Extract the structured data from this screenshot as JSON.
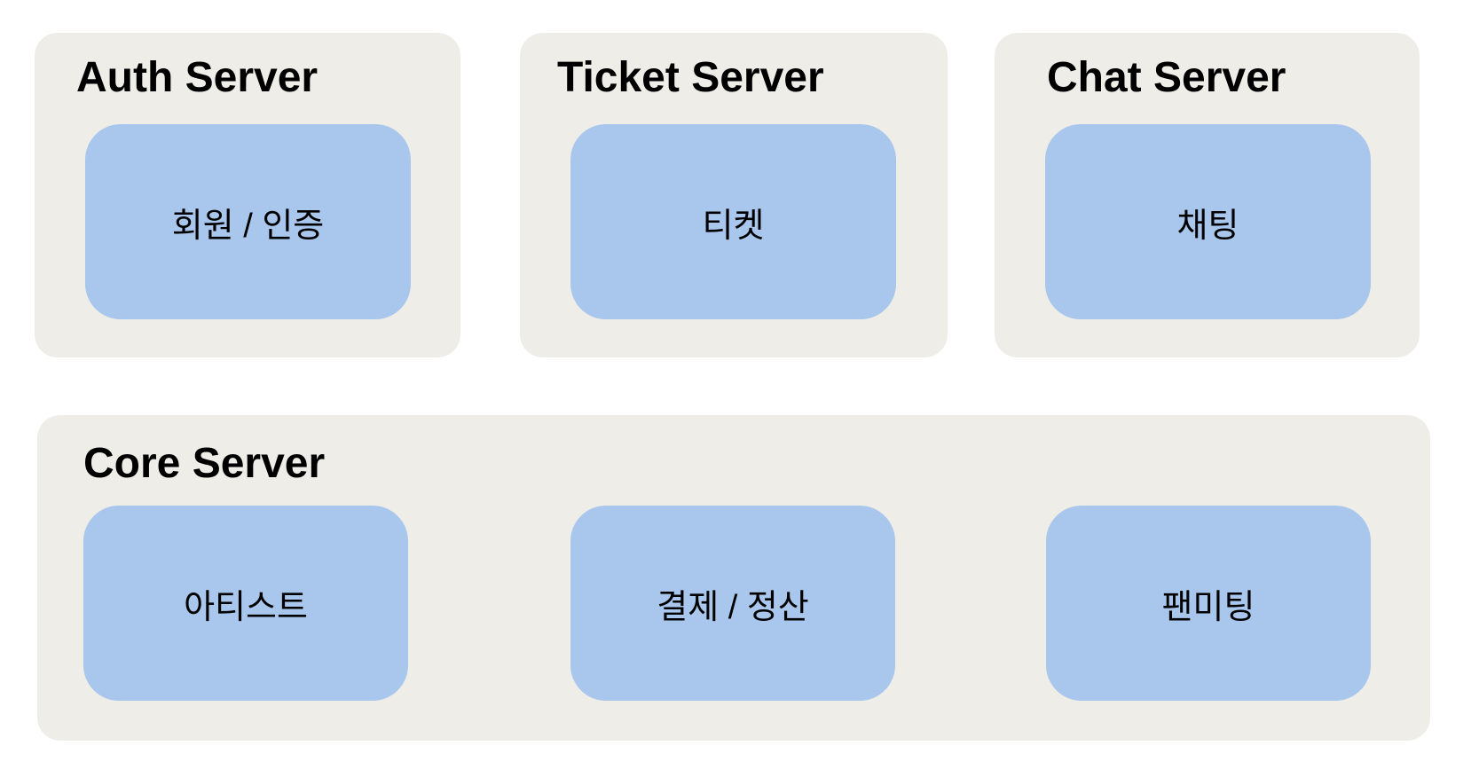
{
  "colors": {
    "page_background": "#ffffff",
    "group_background": "#eeede7",
    "module_background": "#a9c6ec",
    "text": "#000000"
  },
  "groups": [
    {
      "title": "Auth Server",
      "modules": [
        {
          "label": "회원 / 인증"
        }
      ]
    },
    {
      "title": "Ticket Server",
      "modules": [
        {
          "label": "티켓"
        }
      ]
    },
    {
      "title": "Chat Server",
      "modules": [
        {
          "label": "채팅"
        }
      ]
    },
    {
      "title": "Core Server",
      "modules": [
        {
          "label": "아티스트"
        },
        {
          "label": "결제 / 정산"
        },
        {
          "label": "팬미팅"
        }
      ]
    }
  ]
}
